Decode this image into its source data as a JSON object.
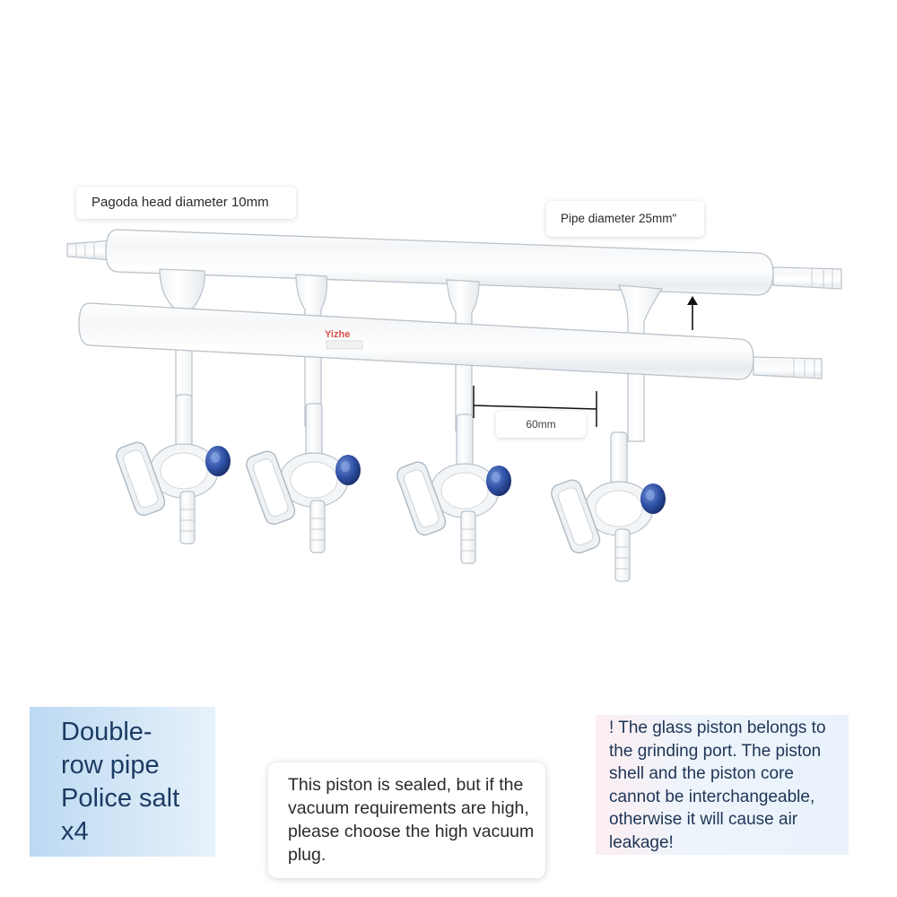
{
  "labels": {
    "pagoda_head": "Pagoda head diameter 10mm",
    "pipe_diameter": "Pipe diameter 25mm\"",
    "spacing": "60mm",
    "brand": "Yizhe"
  },
  "title": {
    "line1": "Double-",
    "line2": "row pipe",
    "line3": "Police salt",
    "line4": "x4"
  },
  "notes": {
    "seal": "This piston is sealed, but if the vacuum requirements are high, please choose the high vacuum plug.",
    "piston": "! The glass piston belongs to the grinding port. The piston shell and the piston core cannot be interchangeable, otherwise it will cause air leakage!"
  },
  "colors": {
    "glass_edge": "#b9c2ca",
    "stopcock_cap": "#2d4fa3",
    "title_text": "#1c3b63"
  }
}
